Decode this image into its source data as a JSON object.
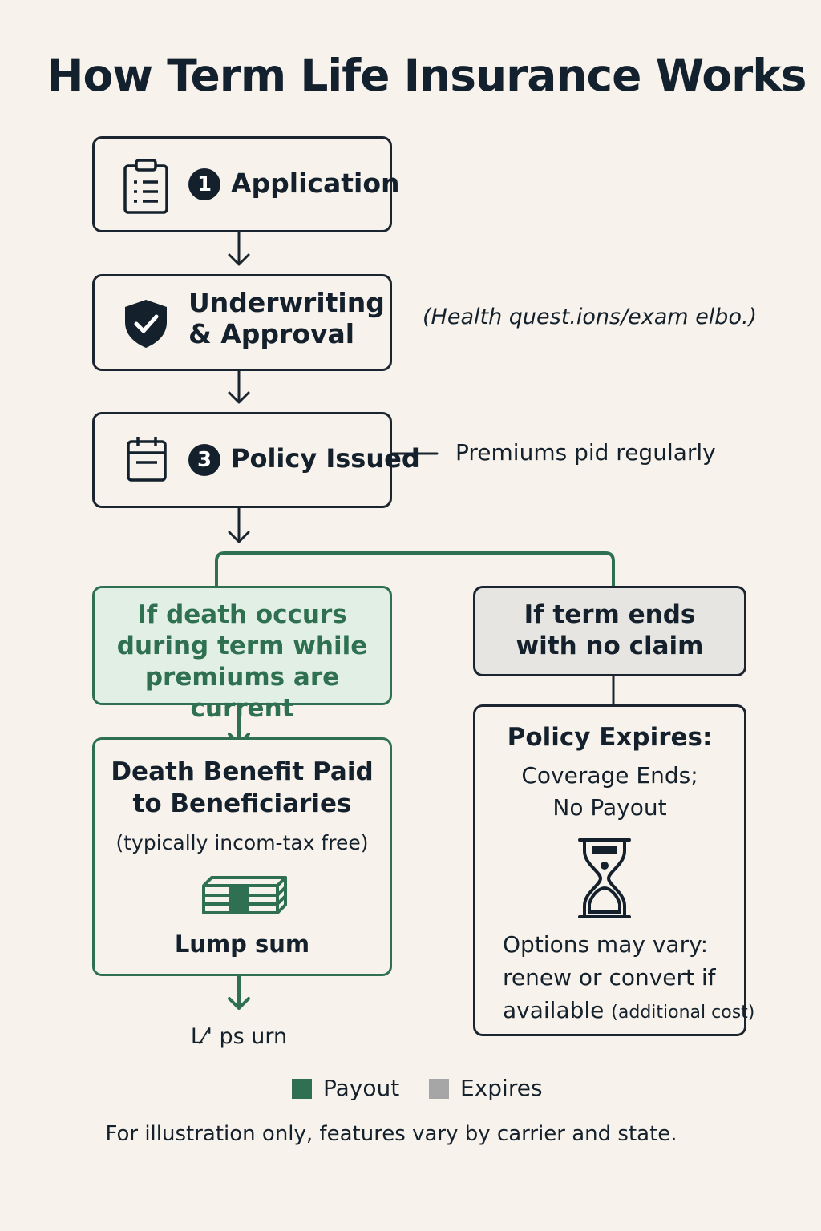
{
  "title": "How Term Life Insurance Works",
  "steps": [
    {
      "number": "1",
      "label": "Application",
      "icon": "clipboard-icon"
    },
    {
      "label_line1": "Underwriting",
      "label_line2": "& Approval",
      "icon": "shield-check-icon",
      "note": "(Health quest.ions/exam elbo.)"
    },
    {
      "number": "3",
      "label": "Policy Issued",
      "icon": "calendar-icon",
      "note": "Premiums pid regularly"
    }
  ],
  "branches": {
    "death": {
      "condition": [
        "If death occurs",
        "during term while",
        "premiums are current"
      ],
      "outcome_title": [
        "Death Benefit Paid",
        "to Beneficiaries"
      ],
      "outcome_note": "(typically incom-tax free)",
      "icon": "cash-stack-icon",
      "lump_label": "Lump sum",
      "below_label": "L⁄' ps urn"
    },
    "expire": {
      "condition": [
        "If term ends",
        "with no claim"
      ],
      "outcome_title": "Policy Expires:",
      "outcome_lines": [
        "Coverage Ends;",
        "No Payout"
      ],
      "icon": "hourglass-icon",
      "options_lines": [
        "Options may vary:",
        "renew or convert if"
      ],
      "options_last": "available",
      "options_small": "(additional cost)"
    }
  },
  "legend": [
    {
      "label": "Payout",
      "color": "#2e7050"
    },
    {
      "label": "Expires",
      "color": "#a6a6a6"
    }
  ],
  "footer": "For illustration only, features vary by carrier and state.",
  "colors": {
    "dark": "#14202b",
    "green": "#2e7050",
    "gray": "#a6a6a6",
    "background": "#f7f3ec"
  }
}
